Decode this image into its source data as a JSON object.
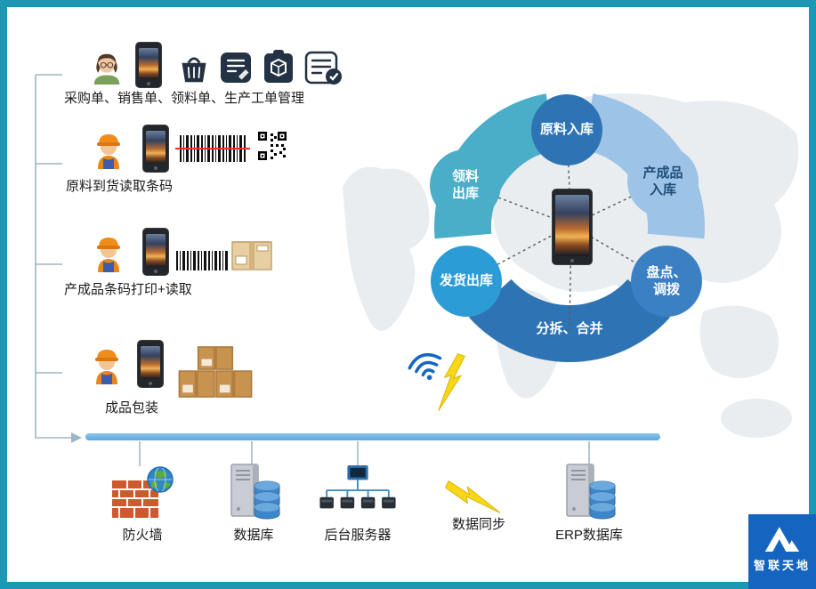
{
  "left_panel": {
    "groups": [
      {
        "label": "采购单、销售单、领料单、生产工单管理",
        "icons": [
          "female-operator-icon",
          "smartphone-icon",
          "basket-icon",
          "order-doc-icon",
          "package-doc-icon",
          "checklist-icon"
        ]
      },
      {
        "label": "原料到货读取条码",
        "icons": [
          "worker-icon",
          "smartphone-icon",
          "barcode-scan-icon",
          "qr-code-icon"
        ]
      },
      {
        "label": "产成品条码打印+读取",
        "icons": [
          "worker-icon",
          "smartphone-icon",
          "barcode-icon",
          "carton-box-icon"
        ]
      },
      {
        "label": "成品包装",
        "icons": [
          "worker-icon",
          "smartphone-icon",
          "carton-stack-icon"
        ]
      }
    ]
  },
  "cycle_diagram": {
    "center_icon": "smartphone-icon",
    "nodes": {
      "raw_in": {
        "label": "原料入库",
        "color": "#2e74b5",
        "text_color": "#ffffff"
      },
      "material_out": {
        "label": "领料\n出库",
        "color": "#4aaec8",
        "text_color": "#ffffff"
      },
      "product_in": {
        "label": "产成品\n入库",
        "color": "#9dc3e6",
        "text_color": "#1f4e79"
      },
      "ship_out": {
        "label": "发货出库",
        "color": "#2c9cd7",
        "text_color": "#ffffff"
      },
      "count_transfer": {
        "label": "盘点、\n调拨",
        "color": "#3c80c4",
        "text_color": "#ffffff"
      },
      "split_merge": {
        "label": "分拆、合并",
        "color": "#2e74b5",
        "text_color": "#ffffff"
      }
    },
    "connection_icons": [
      "wifi-icon",
      "lightning-icon"
    ]
  },
  "infrastructure": {
    "items": [
      {
        "label": "防火墙",
        "icon": "firewall-icon"
      },
      {
        "label": "数据库",
        "icon": "database-icon"
      },
      {
        "label": "后台服务器",
        "icon": "backend-server-icon"
      },
      {
        "label": "数据同步",
        "icon": "lightning-icon"
      },
      {
        "label": "ERP数据库",
        "icon": "database-icon"
      }
    ]
  },
  "logo": {
    "text": "智联天地",
    "icon": "mountain-logo-icon"
  },
  "colors": {
    "frame": "#1d98b4",
    "bus_bar": "#6db1e0",
    "node_dark_blue": "#2e74b5",
    "node_teal": "#4aaec8",
    "node_light_blue": "#9dc3e6",
    "node_mid_blue": "#2c9cd7",
    "node_blue": "#3c80c4",
    "lightning": "#f8d717",
    "wifi": "#1466c2"
  }
}
